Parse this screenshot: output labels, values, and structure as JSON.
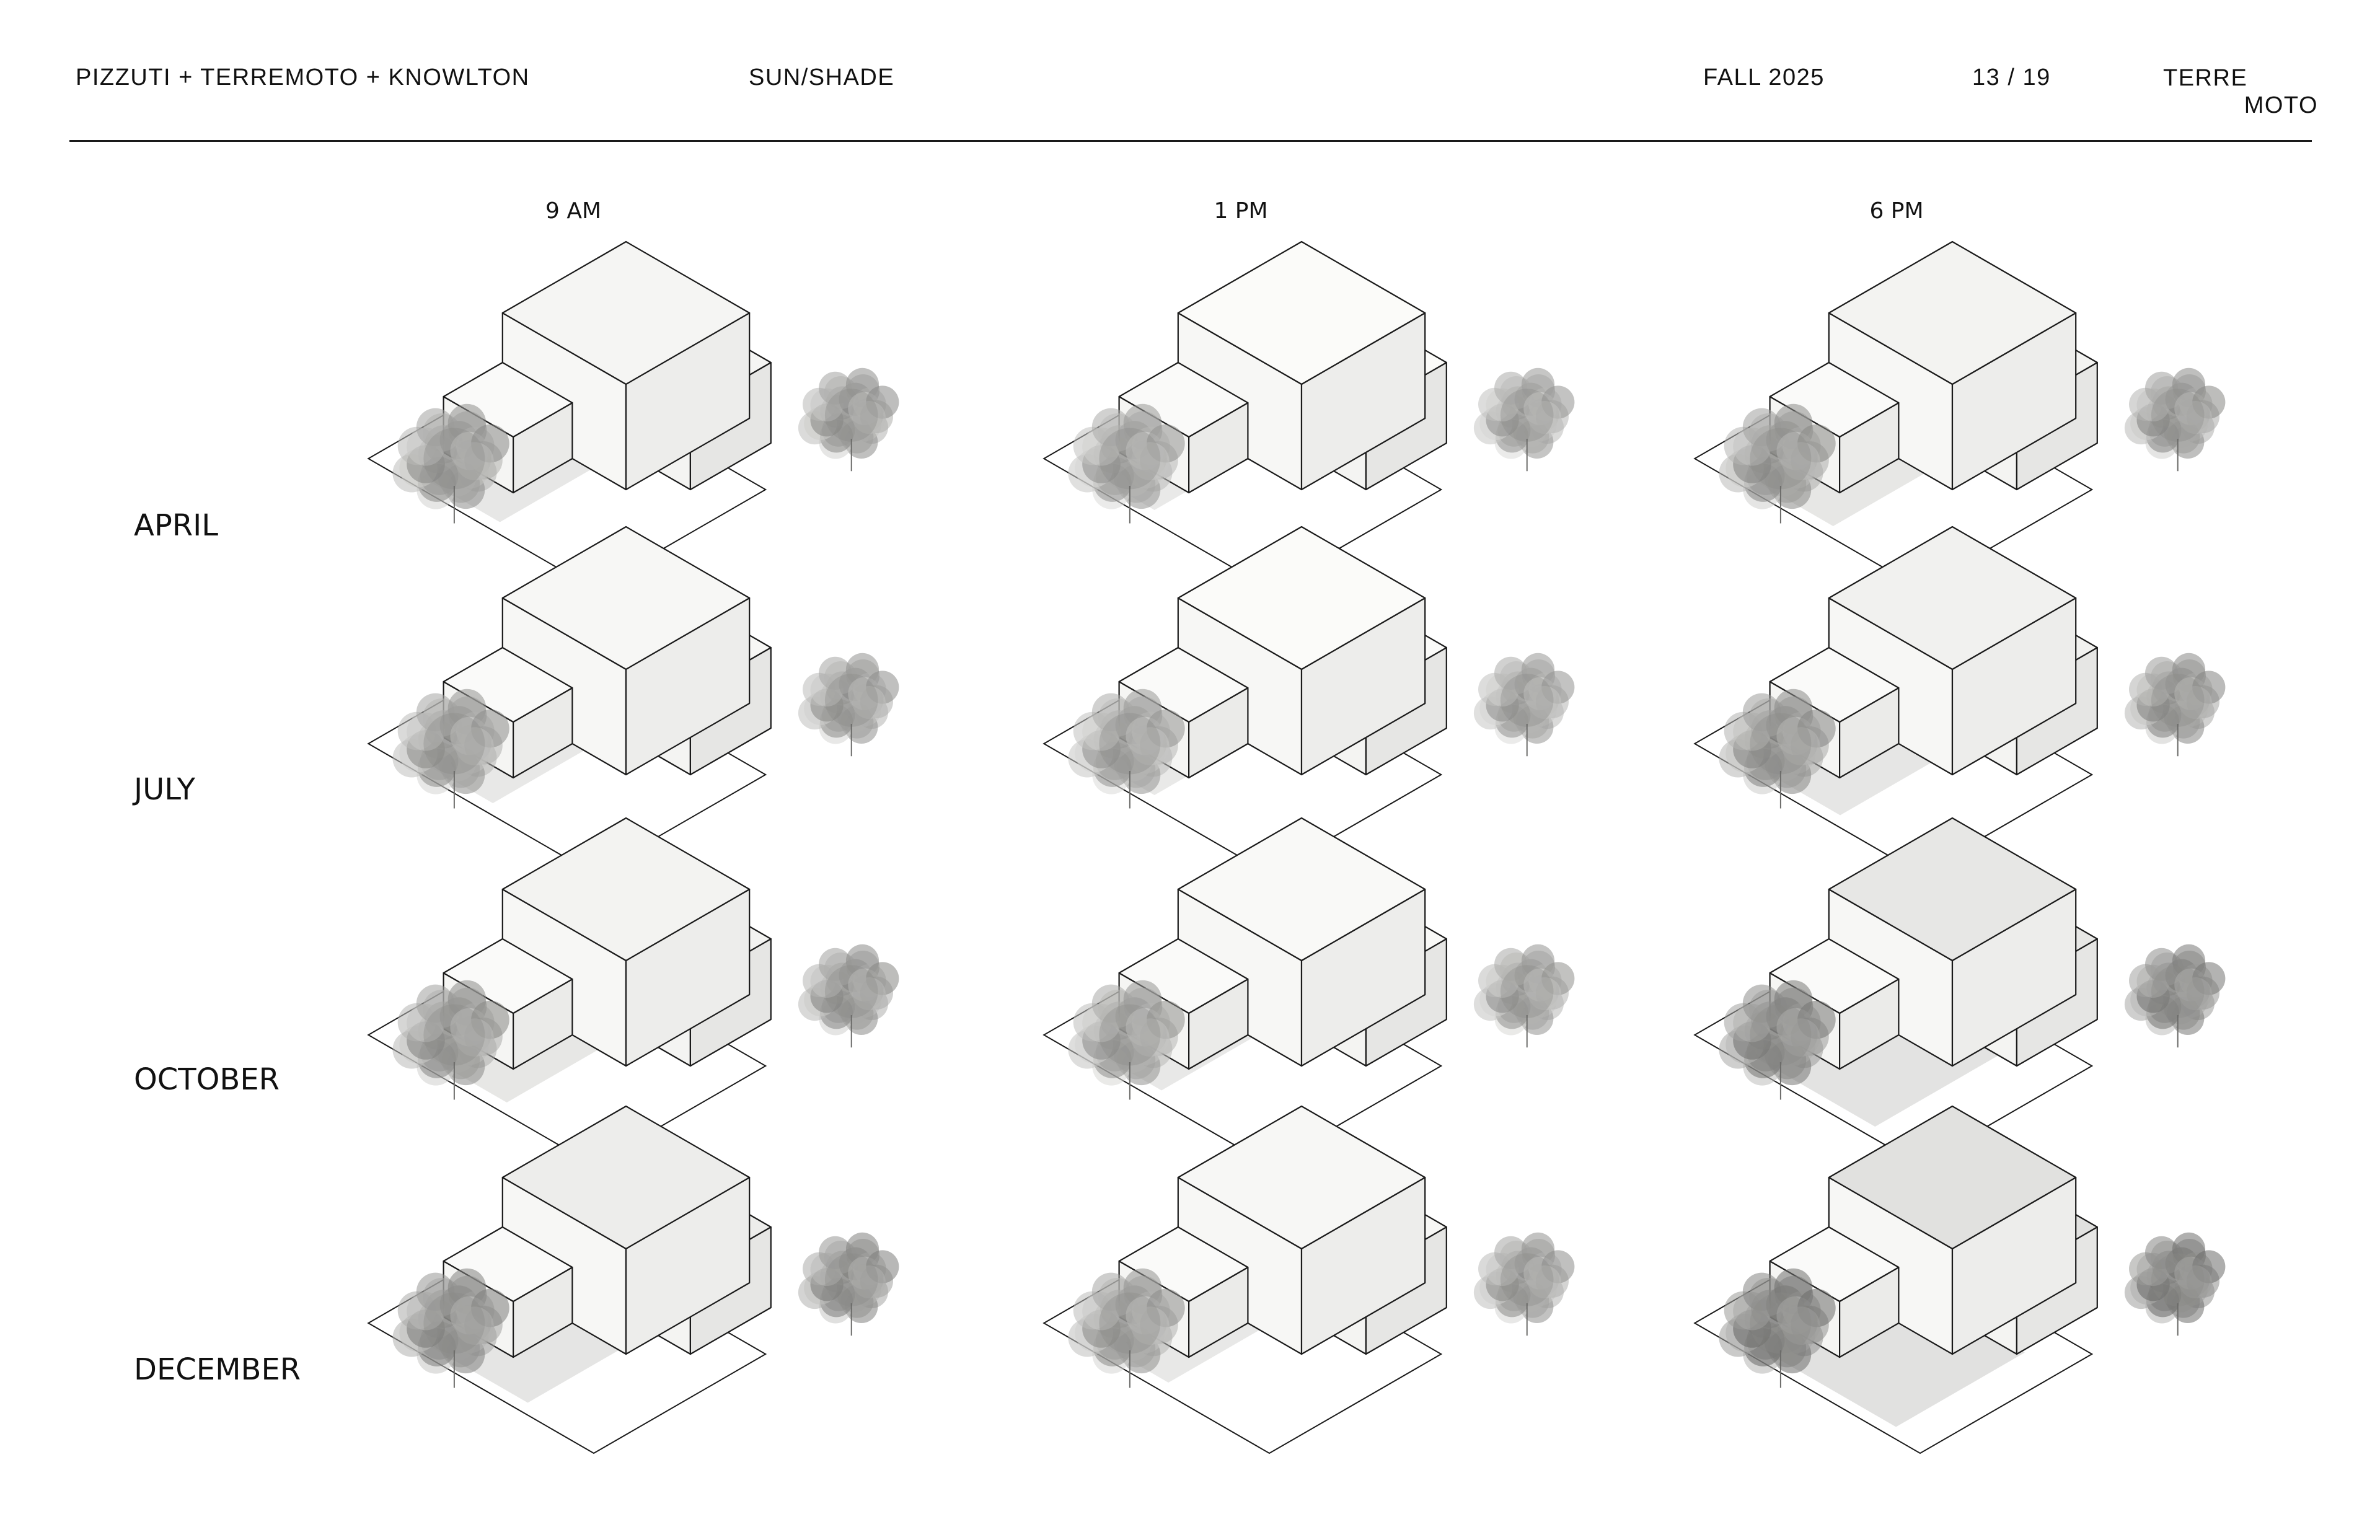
{
  "header": {
    "project": "PIZZUTI + TERREMOTO + KNOWLTON",
    "topic": "SUN/SHADE",
    "season": "FALL 2025",
    "page": "13 / 19",
    "logo_line1": "TERRE",
    "logo_line2": "MOTO"
  },
  "columns": [
    {
      "label": "9 AM"
    },
    {
      "label": "1 PM"
    },
    {
      "label": "6 PM"
    }
  ],
  "rows": [
    {
      "label": "APRIL"
    },
    {
      "label": "JULY"
    },
    {
      "label": "OCTOBER"
    },
    {
      "label": "DECEMBER"
    }
  ],
  "cells": [
    [
      {
        "shade": 0.25
      },
      {
        "shade": 0.1
      },
      {
        "shade": 0.3
      }
    ],
    [
      {
        "shade": 0.2
      },
      {
        "shade": 0.1
      },
      {
        "shade": 0.35
      }
    ],
    [
      {
        "shade": 0.3
      },
      {
        "shade": 0.15
      },
      {
        "shade": 0.6
      }
    ],
    [
      {
        "shade": 0.45
      },
      {
        "shade": 0.2
      },
      {
        "shade": 0.75
      }
    ]
  ],
  "colors": {
    "ink": "#1a1a1a",
    "shadow": "#d9d9d7",
    "tree": "#8a8a88"
  }
}
